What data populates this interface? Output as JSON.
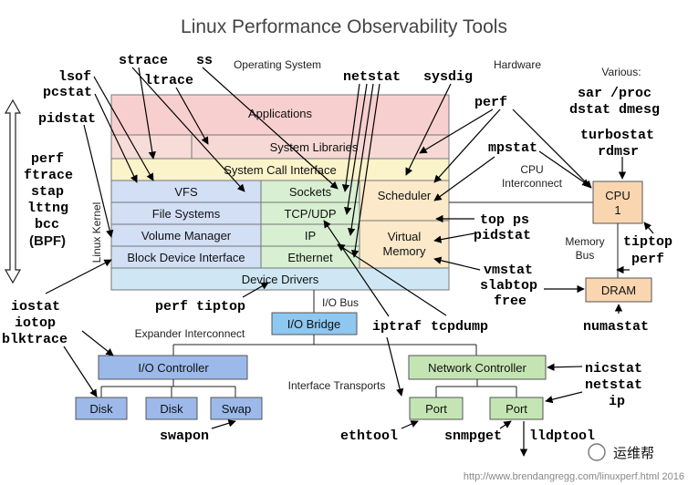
{
  "title": "Linux Performance Observability Tools",
  "regions": {
    "os": "Operating System",
    "hw": "Hardware",
    "kernel": "Linux Kernel",
    "various": "Various:"
  },
  "layers": {
    "applications": "Applications",
    "system_libraries": "System Libraries",
    "syscall_interface": "System Call Interface",
    "vfs": "VFS",
    "file_systems": "File Systems",
    "volume_manager": "Volume Manager",
    "block_device_interface": "Block Device Interface",
    "sockets": "Sockets",
    "tcp_udp": "TCP/UDP",
    "ip": "IP",
    "ethernet": "Ethernet",
    "scheduler": "Scheduler",
    "virtual_memory": "Virtual\nMemory",
    "device_drivers": "Device Drivers"
  },
  "hardware": {
    "cpu": "CPU\n1",
    "cpu_interconnect": "CPU\nInterconnect",
    "memory_bus": "Memory\nBus",
    "dram": "DRAM",
    "io_bus": "I/O Bus",
    "io_bridge": "I/O Bridge",
    "expander_interconnect": "Expander Interconnect",
    "io_controller": "I/O Controller",
    "disk1": "Disk",
    "disk2": "Disk",
    "swap": "Swap",
    "interface_transports": "Interface Transports",
    "network_controller": "Network Controller",
    "port1": "Port",
    "port2": "Port"
  },
  "tools": {
    "strace": "strace",
    "ss": "ss",
    "lsof": "lsof",
    "pcstat": "pcstat",
    "ltrace": "ltrace",
    "netstat": "netstat",
    "sysdig": "sysdig",
    "pidstat": "pidstat",
    "perf_left": "perf",
    "ftrace": "ftrace",
    "stap": "stap",
    "lttng": "lttng",
    "bcc": "bcc",
    "bpf": "(BPF)",
    "perf_hw": "perf",
    "mpstat": "mpstat",
    "sar_proc": "sar /proc",
    "dstat_dmesg": "dstat dmesg",
    "turbostat": "turbostat",
    "rdmsr": "rdmsr",
    "top_ps": "top ps",
    "pidstat_right": "pidstat",
    "tiptop_right": "tiptop",
    "perf_right": "perf",
    "vmstat": "vmstat",
    "slabtop": "slabtop",
    "free": "free",
    "numastat": "numastat",
    "iostat": "iostat",
    "iotop": "iotop",
    "blktrace": "blktrace",
    "perf_tiptop": "perf tiptop",
    "iptraf": "iptraf",
    "tcpdump": "tcpdump",
    "nicstat": "nicstat",
    "netstat_right": "netstat",
    "ip": "ip",
    "swapon": "swapon",
    "ethtool": "ethtool",
    "snmpget": "snmpget",
    "lldptool": "lldptool"
  },
  "footer": {
    "url": "http://www.brendangregg.com/linuxperf.html 2016",
    "watermark": "运维帮"
  }
}
